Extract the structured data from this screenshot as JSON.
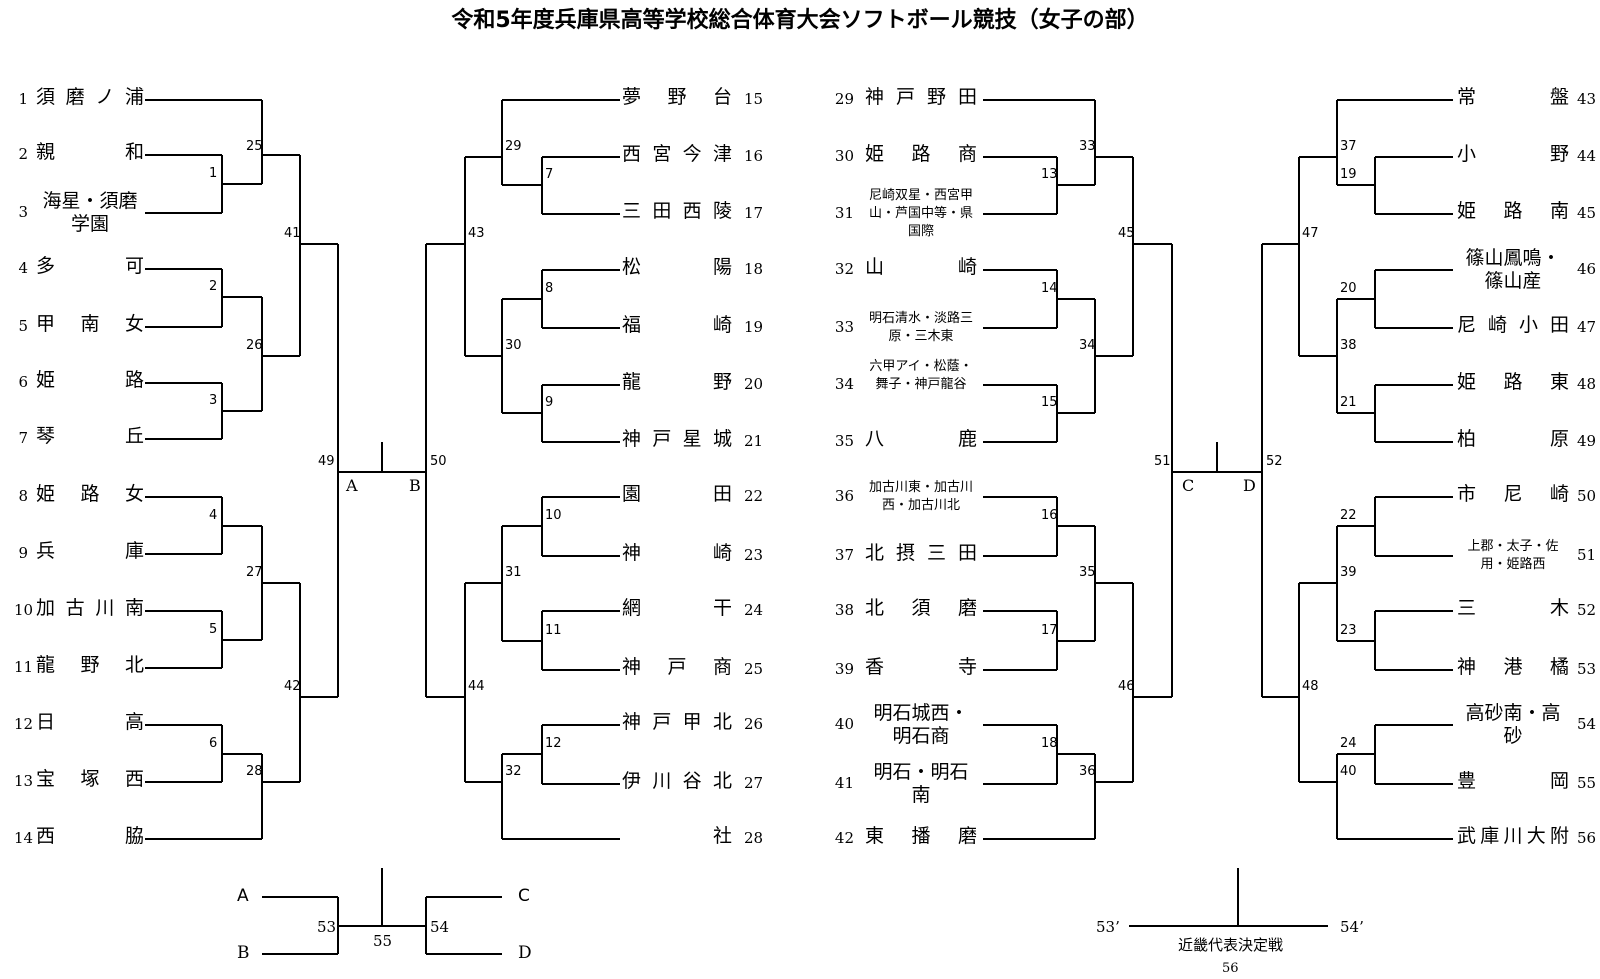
{
  "title": "令和5年度兵庫県高等学校総合体育大会ソフトボール競技（女子の部）",
  "teams": [
    {
      "no": "1",
      "name": "須磨ノ浦"
    },
    {
      "no": "2",
      "name": "親和"
    },
    {
      "no": "3",
      "name": "海星・須磨学園"
    },
    {
      "no": "4",
      "name": "多可"
    },
    {
      "no": "5",
      "name": "甲南女"
    },
    {
      "no": "6",
      "name": "姫路"
    },
    {
      "no": "7",
      "name": "琴丘"
    },
    {
      "no": "8",
      "name": "姫路女"
    },
    {
      "no": "9",
      "name": "兵庫"
    },
    {
      "no": "10",
      "name": "加古川南"
    },
    {
      "no": "11",
      "name": "龍野北"
    },
    {
      "no": "12",
      "name": "日高"
    },
    {
      "no": "13",
      "name": "宝塚西"
    },
    {
      "no": "14",
      "name": "西脇"
    },
    {
      "no": "15",
      "name": "夢野台"
    },
    {
      "no": "16",
      "name": "西宮今津"
    },
    {
      "no": "17",
      "name": "三田西陵"
    },
    {
      "no": "18",
      "name": "松陽"
    },
    {
      "no": "19",
      "name": "福崎"
    },
    {
      "no": "20",
      "name": "龍野"
    },
    {
      "no": "21",
      "name": "神戸星城"
    },
    {
      "no": "22",
      "name": "園田"
    },
    {
      "no": "23",
      "name": "神崎"
    },
    {
      "no": "24",
      "name": "網干"
    },
    {
      "no": "25",
      "name": "神戸商"
    },
    {
      "no": "26",
      "name": "神戸甲北"
    },
    {
      "no": "27",
      "name": "伊川谷北"
    },
    {
      "no": "28",
      "name": "社"
    },
    {
      "no": "29",
      "name": "神戸野田"
    },
    {
      "no": "30",
      "name": "姫路商"
    },
    {
      "no": "31",
      "name": "尼崎双星・西宮甲山・芦国中等・県国際"
    },
    {
      "no": "32",
      "name": "山崎"
    },
    {
      "no": "33",
      "name": "明石清水・淡路三原・三木東"
    },
    {
      "no": "34",
      "name": "六甲アイ・松蔭・舞子・神戸龍谷"
    },
    {
      "no": "35",
      "name": "八鹿"
    },
    {
      "no": "36",
      "name": "加古川東・加古川西・加古川北"
    },
    {
      "no": "37",
      "name": "北摂三田"
    },
    {
      "no": "38",
      "name": "北須磨"
    },
    {
      "no": "39",
      "name": "香寺"
    },
    {
      "no": "40",
      "name": "明石城西・明石商"
    },
    {
      "no": "41",
      "name": "明石・明石南"
    },
    {
      "no": "42",
      "name": "東播磨"
    },
    {
      "no": "43",
      "name": "常盤"
    },
    {
      "no": "44",
      "name": "小野"
    },
    {
      "no": "45",
      "name": "姫路南"
    },
    {
      "no": "46",
      "name": "篠山鳳鳴・篠山産"
    },
    {
      "no": "47",
      "name": "尼崎小田"
    },
    {
      "no": "48",
      "name": "姫路東"
    },
    {
      "no": "49",
      "name": "柏原"
    },
    {
      "no": "50",
      "name": "市尼崎"
    },
    {
      "no": "51",
      "name": "上郡・太子・佐用・姫路西"
    },
    {
      "no": "52",
      "name": "三木"
    },
    {
      "no": "53",
      "name": "神港橘"
    },
    {
      "no": "54",
      "name": "高砂南・高砂"
    },
    {
      "no": "55",
      "name": "豊岡"
    },
    {
      "no": "56",
      "name": "武庫川大附"
    }
  ],
  "matches": [
    "1",
    "2",
    "3",
    "4",
    "5",
    "6",
    "7",
    "8",
    "9",
    "10",
    "11",
    "12",
    "13",
    "14",
    "15",
    "16",
    "17",
    "18",
    "19",
    "20",
    "21",
    "22",
    "23",
    "24",
    "25",
    "26",
    "27",
    "28",
    "29",
    "30",
    "31",
    "32",
    "33",
    "34",
    "35",
    "36",
    "37",
    "38",
    "39",
    "40",
    "41",
    "42",
    "43",
    "44",
    "45",
    "46",
    "47",
    "48",
    "49",
    "50",
    "51",
    "52",
    "53",
    "54",
    "55"
  ],
  "block_labels": {
    "a": "A",
    "b": "B",
    "c": "C",
    "d": "D"
  },
  "final": {
    "a": "A",
    "b": "B",
    "c": "C",
    "d": "D",
    "m53": "53",
    "m54": "54",
    "m55": "55"
  },
  "kinki": {
    "left": "53’",
    "right": "54’",
    "label": "近畿代表決定戦",
    "no": "56"
  }
}
